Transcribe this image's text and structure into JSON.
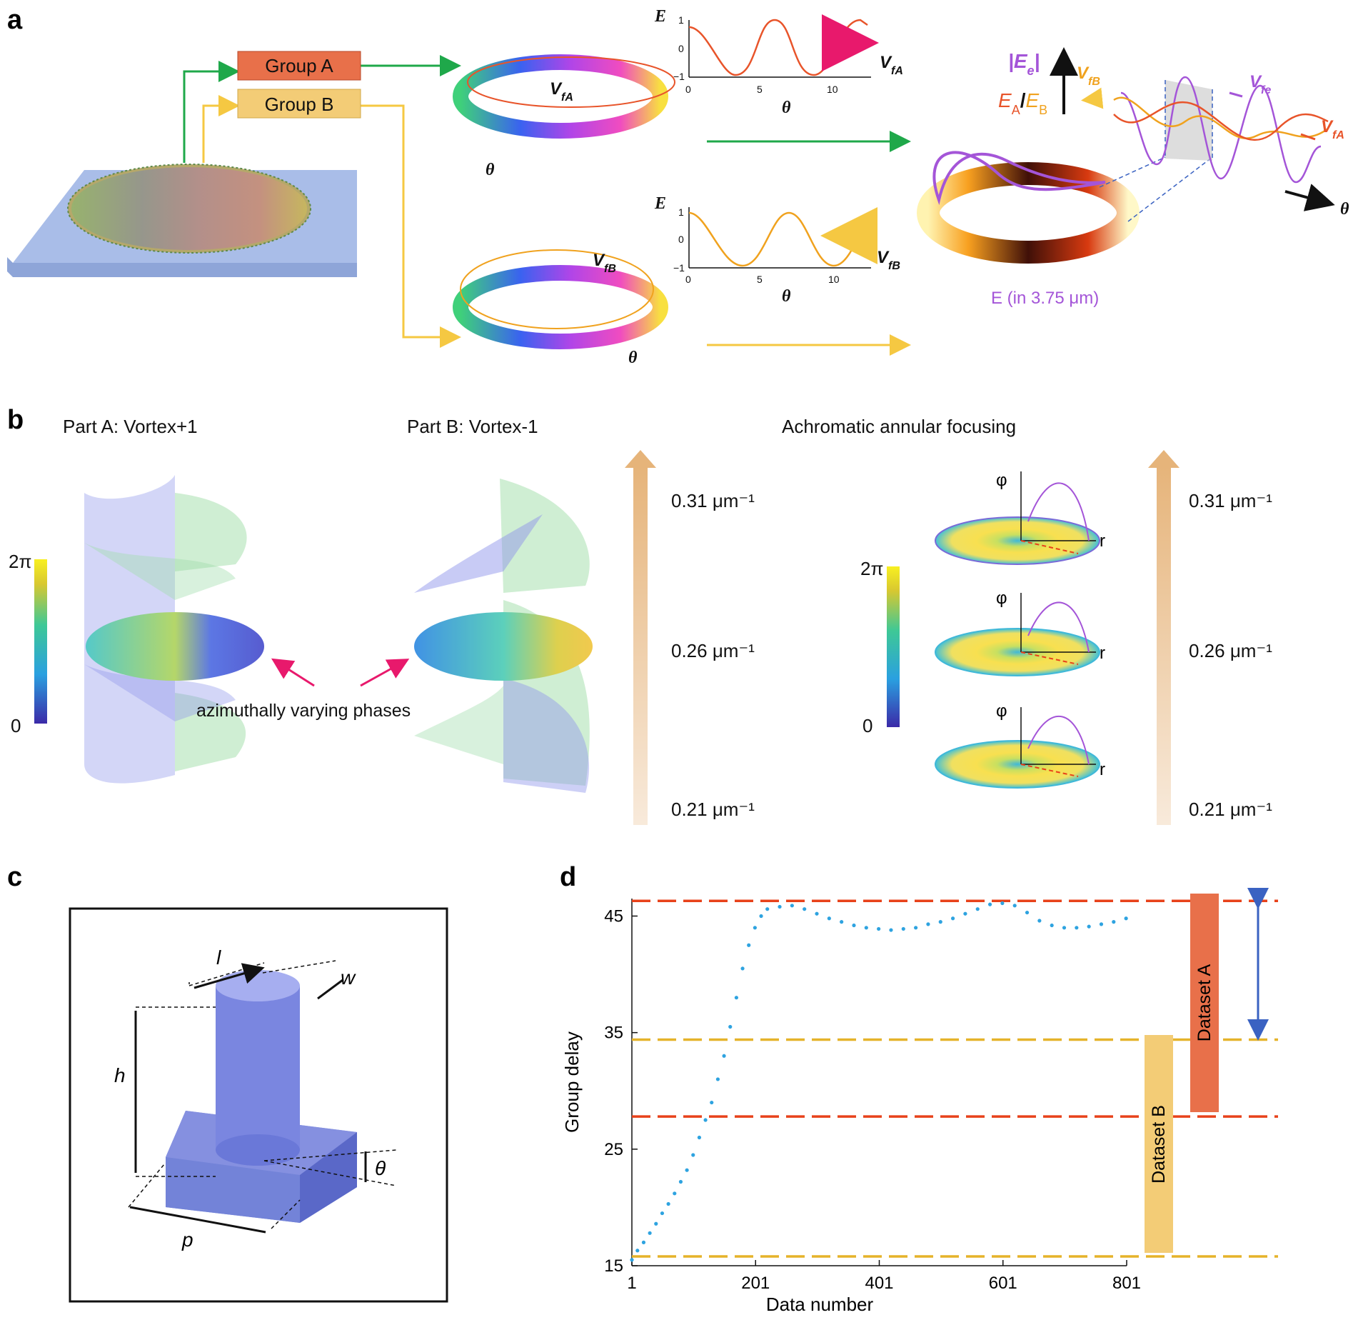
{
  "panels": {
    "a": {
      "letter": "a",
      "group_a": "Group A",
      "group_b": "Group B",
      "velocity_fA": "V",
      "velocity_fA_sub": "fA",
      "velocity_fB": "V",
      "velocity_fB_sub": "fB",
      "velocity_fe": "V",
      "velocity_fe_sub": "fe",
      "theta": "θ",
      "plot_E": "E",
      "plot_top_xticks": [
        "0",
        "5",
        "10"
      ],
      "plot_top_yticks": [
        "1",
        "0",
        "−1"
      ],
      "plot_bottom_xticks": [
        "0",
        "5",
        "10"
      ],
      "plot_bottom_yticks": [
        "1",
        "0",
        "−1"
      ],
      "Ee_label": "|E",
      "Ee_sub": "e",
      "Ee_close": "|",
      "EA": "E",
      "EA_sub": "A",
      "slash": "/",
      "EB": "E",
      "EB_sub": "B",
      "E_caption": "E (in 3.75 μm)",
      "colors": {
        "group_a": "#e8704a",
        "group_b": "#f3cc76",
        "green": "#1fa84a",
        "yellow": "#f5c842",
        "purple": "#a455d8",
        "orange": "#e8542a",
        "amber": "#f0a21e"
      }
    },
    "b": {
      "letter": "b",
      "part_a": "Part A: Vortex+1",
      "part_b": "Part B: Vortex-1",
      "achromatic": "Achromatic annular focusing",
      "arrow_label": "azimuthally varying phases",
      "colorbar_top": "2π",
      "colorbar_bottom": "0",
      "freqs": [
        "0.31 μm⁻¹",
        "0.26 μm⁻¹",
        "0.21 μm⁻¹"
      ],
      "phi": "φ",
      "r": "r"
    },
    "c": {
      "letter": "c",
      "l": "l",
      "w": "w",
      "h": "h",
      "p": "p",
      "theta": "θ"
    },
    "d": {
      "letter": "d",
      "dataset_a": "Dataset A",
      "dataset_b": "Dataset B"
    }
  },
  "chart_data": {
    "type": "scatter",
    "title": "",
    "xlabel": "Data number",
    "ylabel": "Group delay",
    "xlim": [
      1,
      801
    ],
    "ylim": [
      15,
      46.5
    ],
    "xticks": [
      1,
      201,
      401,
      601,
      801
    ],
    "yticks": [
      15,
      25,
      35,
      45
    ],
    "reference_lines": [
      {
        "y": 46.3,
        "color": "#e8421a"
      },
      {
        "y": 34.4,
        "color": "#e5b32a"
      },
      {
        "y": 27.8,
        "color": "#e8421a"
      },
      {
        "y": 15.8,
        "color": "#e5b32a"
      }
    ],
    "series": [
      {
        "color": "#2ea3e0",
        "points": [
          [
            1,
            15.5
          ],
          [
            10,
            16.3
          ],
          [
            20,
            17.0
          ],
          [
            30,
            17.8
          ],
          [
            40,
            18.6
          ],
          [
            50,
            19.5
          ],
          [
            60,
            20.3
          ],
          [
            70,
            21.2
          ],
          [
            80,
            22.2
          ],
          [
            90,
            23.2
          ],
          [
            100,
            24.5
          ],
          [
            110,
            26
          ],
          [
            120,
            27.5
          ],
          [
            130,
            29
          ],
          [
            140,
            31
          ],
          [
            150,
            33
          ],
          [
            160,
            35.5
          ],
          [
            170,
            38
          ],
          [
            180,
            40.5
          ],
          [
            190,
            42.5
          ],
          [
            200,
            44
          ],
          [
            210,
            45
          ],
          [
            220,
            45.6
          ],
          [
            240,
            45.8
          ],
          [
            260,
            45.9
          ],
          [
            280,
            45.6
          ],
          [
            300,
            45.2
          ],
          [
            320,
            44.8
          ],
          [
            340,
            44.5
          ],
          [
            360,
            44.2
          ],
          [
            380,
            44
          ],
          [
            400,
            43.9
          ],
          [
            420,
            43.8
          ],
          [
            440,
            43.9
          ],
          [
            460,
            44
          ],
          [
            480,
            44.3
          ],
          [
            500,
            44.5
          ],
          [
            520,
            44.8
          ],
          [
            540,
            45.2
          ],
          [
            560,
            45.6
          ],
          [
            580,
            46
          ],
          [
            600,
            46.1
          ],
          [
            620,
            45.9
          ],
          [
            640,
            45.3
          ],
          [
            660,
            44.6
          ],
          [
            680,
            44.2
          ],
          [
            700,
            44
          ],
          [
            720,
            44
          ],
          [
            740,
            44.1
          ],
          [
            760,
            44.3
          ],
          [
            780,
            44.5
          ],
          [
            800,
            44.8
          ]
        ]
      }
    ]
  }
}
